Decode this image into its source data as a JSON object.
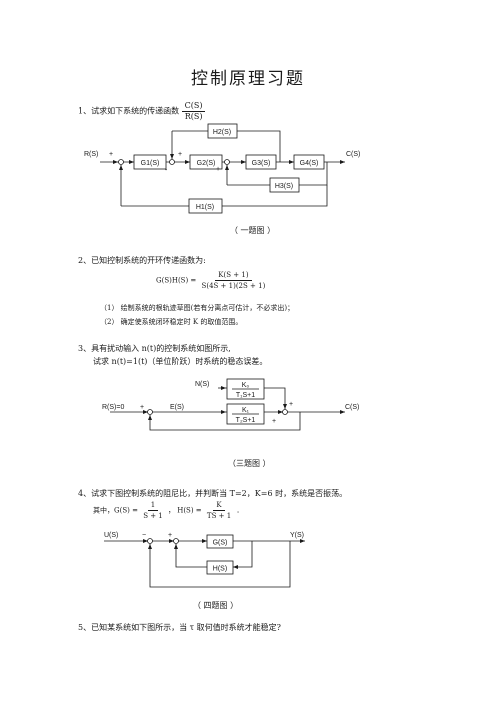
{
  "title": "控制原理习题",
  "q1": {
    "text": "1、试求如下系统的传递函数",
    "frac_num": "C(S)",
    "frac_den": "R(S)",
    "input": "R(S)",
    "output": "C(S)",
    "blocks": [
      "G1(S)",
      "G2(S)",
      "G3(S)",
      "G4(S)",
      "H2(S)",
      "H3(S)",
      "H1(S)"
    ],
    "signs": [
      "+",
      "-",
      "+",
      "+"
    ],
    "caption": "（ 一题图 ）"
  },
  "q2": {
    "text": "2、已知控制系统的开环传递函数为:",
    "lhs": "G(S)H(S) =",
    "num": "K(S + 1)",
    "den": "S(4S + 1)(2S + 1)",
    "item1": "（1） 绘制系统的根轨迹草图(若有分离点可估计，不必求出)；",
    "item2": "（2） 确定使系统闭环稳定时 K 的取值范围。"
  },
  "q3": {
    "line1": "3、具有扰动输入 n(t)的控制系统如图所示,",
    "line2": "试求 n(t)=1(t)（单位阶跃）时系统的稳态误差。",
    "n_label": "N(S)",
    "r_label": "R(S)=0",
    "e_label": "E(S)",
    "c_label": "C(S)",
    "block1_num": "K₀",
    "block1_den": "T₁S+1",
    "block2_num": "K₁",
    "block2_den": "T₂S+1",
    "caption": "（三题图 ）"
  },
  "q4": {
    "line1": "4、试求下图控制系统的阻尼比，并判断当 T=2，K=6 时，系统是否振荡。",
    "given_prefix": "其中，G(S) =",
    "g_num": "1",
    "g_den": "S + 1",
    "h_prefix": "，  H(S) =",
    "h_num": "K",
    "h_den": "TS + 1",
    "end": "．",
    "u_label": "U(S)",
    "y_label": "Y(S)",
    "g_block": "G(S)",
    "h_block": "H(S)",
    "caption": "（ 四题图 ）"
  },
  "q5": {
    "text": "5、已知某系统如下图所示，当 τ 取何值时系统才能稳定?"
  }
}
